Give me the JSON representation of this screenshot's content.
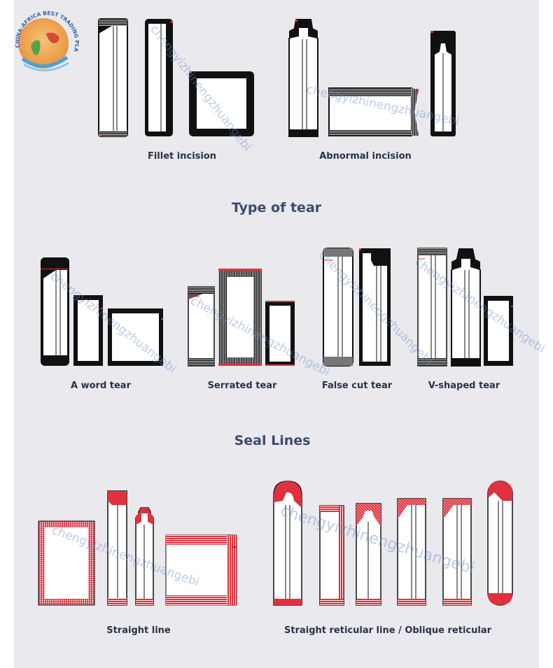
{
  "logo": {
    "text": "CHINA-AFRICA BEST TRADING PLATFORM"
  },
  "watermark": "chengyizhinengzhuangebi",
  "sections": {
    "incisions": {
      "captions": [
        "Fillet incision",
        "Abnormal incision"
      ]
    },
    "tear": {
      "title": "Type of tear",
      "captions": [
        "A word tear",
        "Serrated tear",
        "False cut tear",
        "V-shaped tear"
      ]
    },
    "seal": {
      "title": "Seal Lines",
      "captions": [
        "Straight line",
        "Straight reticular line / Oblique reticular"
      ]
    }
  },
  "colors": {
    "seal_red": "#e0313e",
    "border_black": "#111111",
    "title_blue": "#3d4c6b",
    "panel_bg": "#e9e9ee"
  }
}
